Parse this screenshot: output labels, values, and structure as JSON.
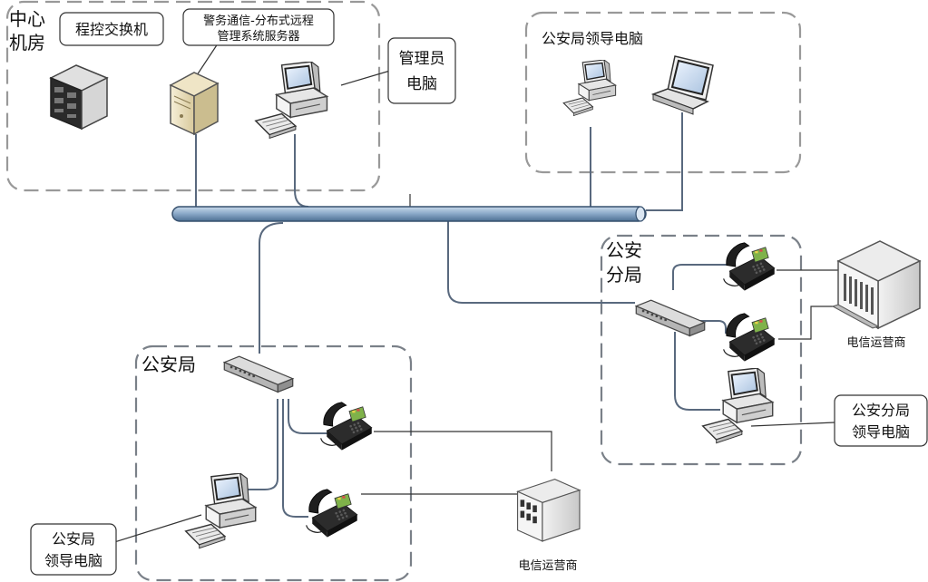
{
  "zones": {
    "center": {
      "label_line1": "中心",
      "label_line2": "机房"
    },
    "leader": {
      "label": "公安局领导电脑"
    },
    "branch": {
      "label_line1": "公安",
      "label_line2": "分局"
    },
    "bureau": {
      "label": "公安局"
    }
  },
  "devices": {
    "pbx": {
      "label": "程控交换机"
    },
    "server": {
      "label_line1": "警务通信-分布式远程",
      "label_line2": "管理系统服务器"
    },
    "admin_pc": {
      "label_line1": "管理员",
      "label_line2": "电脑"
    },
    "branch_leader_pc": {
      "label_line1": "公安分局",
      "label_line2": "领导电脑"
    },
    "bureau_leader_pc": {
      "label_line1": "公安局",
      "label_line2": "领导电脑"
    },
    "carrier_branch": {
      "label": "电信运营商"
    },
    "carrier_bureau": {
      "label": "电信运营商"
    }
  }
}
